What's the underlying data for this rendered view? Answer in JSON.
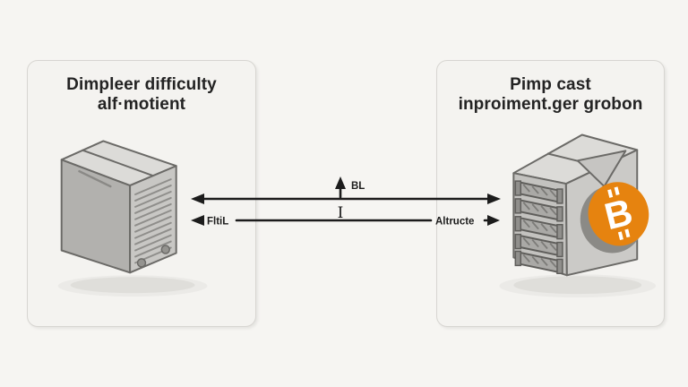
{
  "diagram": {
    "left_panel": {
      "title_line1": "Dimpleer difficulty",
      "title_line2": "alf·motient",
      "illustration": "server-tower-icon"
    },
    "right_panel": {
      "title_line1": "Pimp cast",
      "title_line2": "inproiment.ger grobon",
      "illustration": "mining-server-icon",
      "coin_icon": "bitcoin-icon",
      "coin_letter": "B"
    },
    "connector": {
      "up_arrow_label": "BL",
      "center_label": "I",
      "bottom_left_label": "FltiL",
      "bottom_right_label": "Altructe"
    },
    "colors": {
      "background": "#f6f5f2",
      "panel_background": "#f4f3f0",
      "panel_border": "#d7d5d1",
      "arrow_ink": "#1c1c1c",
      "server_gray_dark": "#b2b1ae",
      "server_gray_light": "#dcdbd8",
      "bitcoin_orange": "#e6830f"
    }
  }
}
